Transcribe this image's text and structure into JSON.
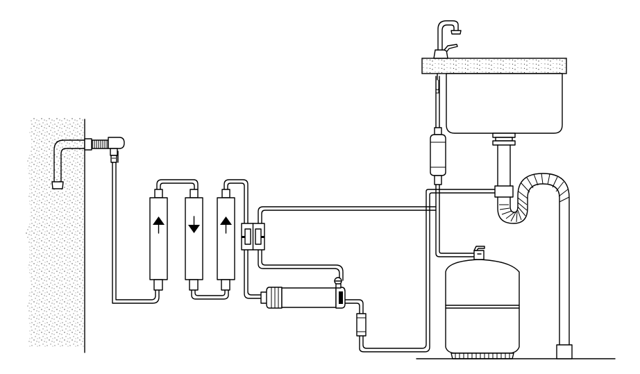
{
  "diagram": {
    "colors": {
      "line": "#000000",
      "background": "#ffffff"
    },
    "components": [
      {
        "id": "wall",
        "icon": "speckled-wall"
      },
      {
        "id": "supply-pipe",
        "icon": "elbow-pipe"
      },
      {
        "id": "feed-valve",
        "icon": "valve"
      },
      {
        "id": "pre-filter-1",
        "icon": "arrow-up-icon"
      },
      {
        "id": "pre-filter-2",
        "icon": "arrow-down-icon"
      },
      {
        "id": "pre-filter-3",
        "icon": "arrow-up-icon"
      },
      {
        "id": "shut-off-valve",
        "icon": "valve"
      },
      {
        "id": "ro-membrane",
        "icon": "membrane-housing"
      },
      {
        "id": "flow-restrictor",
        "icon": "inline-restrictor"
      },
      {
        "id": "storage-tank",
        "icon": "pressure-tank"
      },
      {
        "id": "post-filter",
        "icon": "inline-filter"
      },
      {
        "id": "faucet",
        "icon": "faucet-icon"
      },
      {
        "id": "sink",
        "icon": "sink-basin"
      },
      {
        "id": "drain-trap",
        "icon": "p-trap"
      }
    ]
  }
}
